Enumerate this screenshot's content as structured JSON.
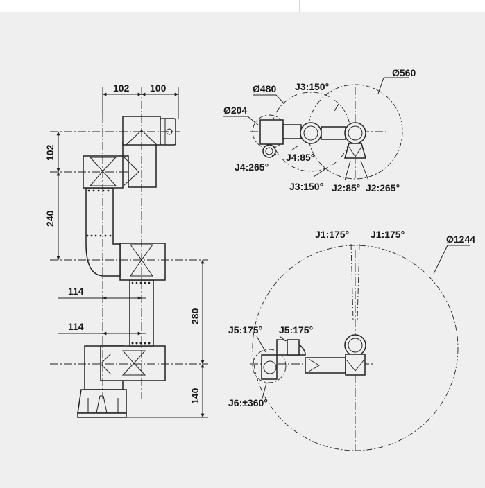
{
  "side_view": {
    "dim_top_left": "102",
    "dim_top_right": "100",
    "dim_102": "102",
    "dim_240": "240",
    "dim_114_upper": "114",
    "dim_114_lower": "114",
    "dim_280": "280",
    "dim_140": "140"
  },
  "wrist_view": {
    "dia_560": "Ø560",
    "dia_480": "Ø480",
    "dia_204": "Ø204",
    "j3_top": "J3:150°",
    "j4_85": "J4:85°",
    "j4_265": "J4:265°",
    "j3_bottom": "J3:150°",
    "j2_85": "J2:85°",
    "j2_265": "J2:265°"
  },
  "base_view": {
    "dia_1244": "Ø1244",
    "j1_left": "J1:175°",
    "j1_right": "J1:175°",
    "j5_left": "J5:175°",
    "j5_right": "J5:175°",
    "j6": "J6:±360°"
  }
}
